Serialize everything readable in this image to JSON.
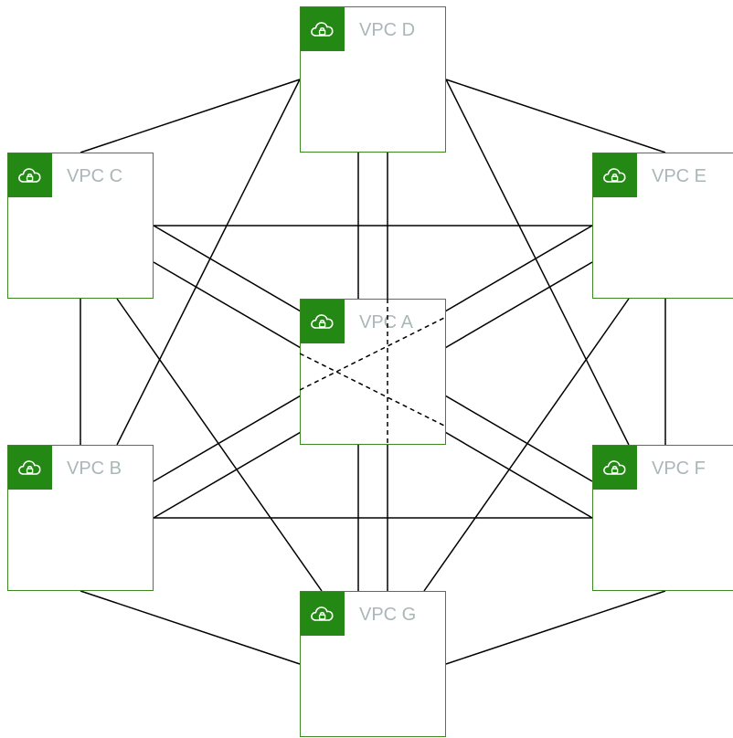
{
  "diagram": {
    "vpcs": {
      "a": {
        "label": "VPC A"
      },
      "b": {
        "label": "VPC B"
      },
      "c": {
        "label": "VPC C"
      },
      "d": {
        "label": "VPC D"
      },
      "e": {
        "label": "VPC E"
      },
      "f": {
        "label": "VPC F"
      },
      "g": {
        "label": "VPC G"
      }
    },
    "icon": "vpc-cloud-lock-icon",
    "colors": {
      "border": "#3f8624",
      "badge": "#248814",
      "label": "#aab7b8",
      "line": "#000000"
    }
  }
}
